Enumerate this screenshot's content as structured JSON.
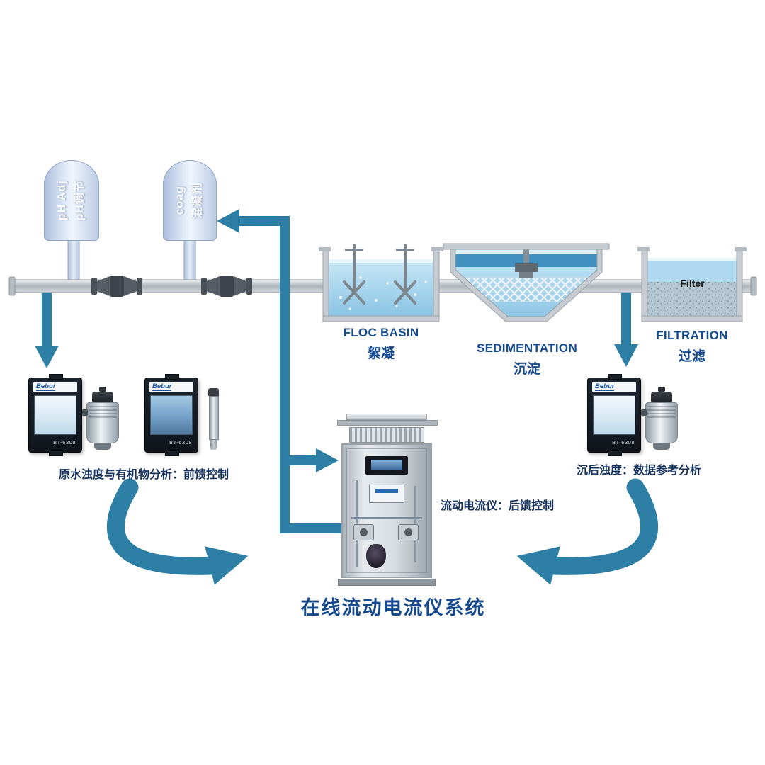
{
  "title": "在线流动电流仪系统",
  "tanks": [
    {
      "line1": "pH Adj",
      "line2": "pH调节"
    },
    {
      "line1": "coag",
      "line2": "混凝剂"
    }
  ],
  "stages": [
    {
      "en": "FLOC BASIN",
      "zh": "絮凝"
    },
    {
      "en": "SEDIMENTATION",
      "zh": "沉淀"
    },
    {
      "en": "FILTRATION",
      "zh": "过滤",
      "inner_label": "Filter"
    }
  ],
  "annotations": {
    "left": "原水浊度与有机物分析：前馈控制",
    "center": "流动电流仪：后馈控制",
    "right": "沉后浊度：数据参考分析"
  },
  "device": {
    "brand": "Bebur",
    "model": "BT-6308"
  },
  "colors": {
    "arrow_blue": "#2e7fa6",
    "label_blue": "#164a8f",
    "annotation_navy": "#17335e",
    "water_blue": "#8ac4e4",
    "brand_blue": "#1a56a8"
  }
}
